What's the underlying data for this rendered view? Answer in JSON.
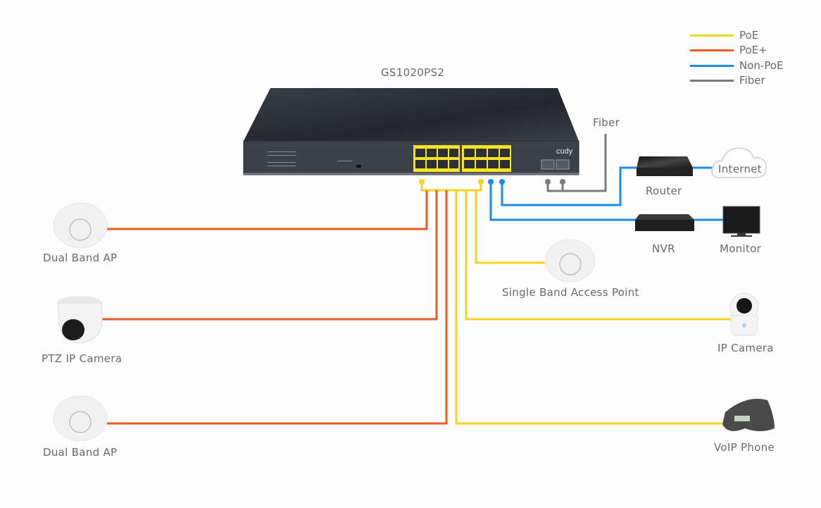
{
  "legend": [
    {
      "label": "PoE",
      "color": "#f7d51e"
    },
    {
      "label": "PoE+",
      "color": "#ee5a24"
    },
    {
      "label": "Non-PoE",
      "color": "#1a8cec"
    },
    {
      "label": "Fiber",
      "color": "#7b7b7b"
    }
  ],
  "switch": {
    "model": "GS1020PS2",
    "brand": "cudy"
  },
  "labels": {
    "fiber": "Fiber",
    "router": "Router",
    "internet": "Internet",
    "nvr": "NVR",
    "monitor": "Monitor",
    "dual_band_ap_1": "Dual Band AP",
    "ptz_camera": "PTZ IP Camera",
    "dual_band_ap_2": "Dual Band AP",
    "single_band_ap": "Single Band Access Point",
    "ip_camera": "IP Camera",
    "voip_phone": "VoIP Phone"
  },
  "connections": [
    {
      "device": "Dual Band AP",
      "type": "PoE+"
    },
    {
      "device": "PTZ IP Camera",
      "type": "PoE+"
    },
    {
      "device": "Dual Band AP",
      "type": "PoE+"
    },
    {
      "device": "VoIP Phone",
      "type": "PoE"
    },
    {
      "device": "IP Camera",
      "type": "PoE"
    },
    {
      "device": "Single Band Access Point",
      "type": "PoE"
    },
    {
      "device": "NVR",
      "type": "Non-PoE"
    },
    {
      "device": "Router",
      "type": "Non-PoE"
    },
    {
      "device": "Fiber",
      "type": "Fiber"
    }
  ]
}
